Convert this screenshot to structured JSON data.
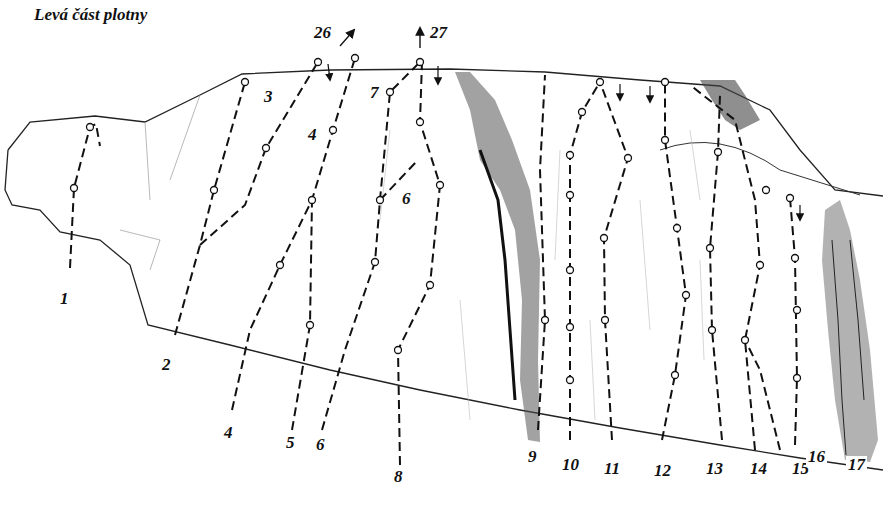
{
  "diagram": {
    "title": "Levá část plotny",
    "labels": [
      "26",
      "27",
      "1",
      "2",
      "3",
      "4",
      "4",
      "5",
      "6",
      "6",
      "7",
      "8",
      "9",
      "10",
      "11",
      "12",
      "13",
      "14",
      "15",
      "16",
      "17"
    ]
  }
}
